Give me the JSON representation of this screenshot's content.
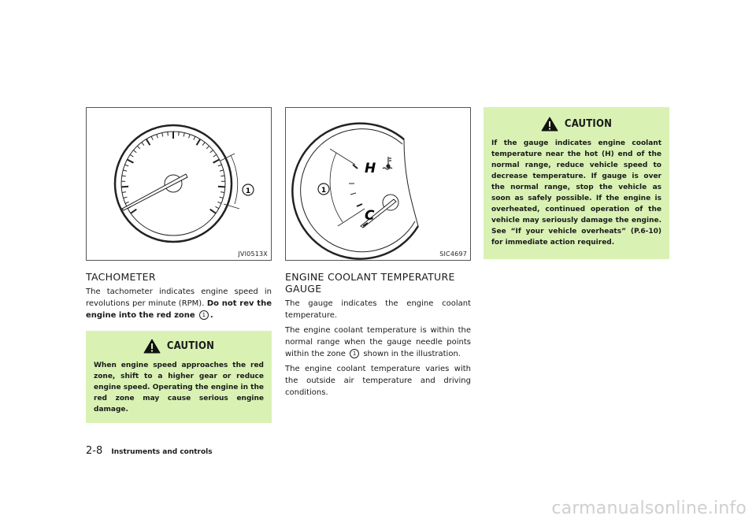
{
  "col1": {
    "fig_code": "JVI0513X",
    "fig_marker": "1",
    "title": "TACHOMETER",
    "body_normal": "The tachometer indicates engine speed in revolutions per minute (RPM).",
    "body_bold": "Do not rev the engine into the red zone",
    "marker": "1",
    "body_end": ".",
    "caution_title": "CAUTION",
    "caution_text": "When engine speed approaches the red zone, shift to a higher gear or reduce engine speed. Operating the engine in the red zone may cause serious engine damage."
  },
  "col2": {
    "fig_code": "SIC4697",
    "fig_marker": "1",
    "label_h": "H",
    "label_c": "C",
    "title": "ENGINE COOLANT TEMPERATURE GAUGE",
    "p1": "The gauge indicates the engine coolant temperature.",
    "p2_a": "The engine coolant temperature is within the normal range when the gauge needle points within the zone",
    "marker": "1",
    "p2_b": "shown in the illustration.",
    "p3": "The engine coolant temperature varies with the outside air temperature and driving conditions."
  },
  "col3": {
    "caution_title": "CAUTION",
    "caution_text": "If the gauge indicates engine coolant temperature near the hot (H) end of the normal range, reduce vehicle speed to decrease temperature. If gauge is over the normal range, stop the vehicle as soon as safely possible. If the engine is overheated, continued operation of the vehicle may seriously damage the engine. See “If your vehicle overheats” (P.6-10) for immediate action required."
  },
  "footer": {
    "page": "2-8",
    "section": "Instruments and controls"
  },
  "watermark": "carmanualsonline.info"
}
